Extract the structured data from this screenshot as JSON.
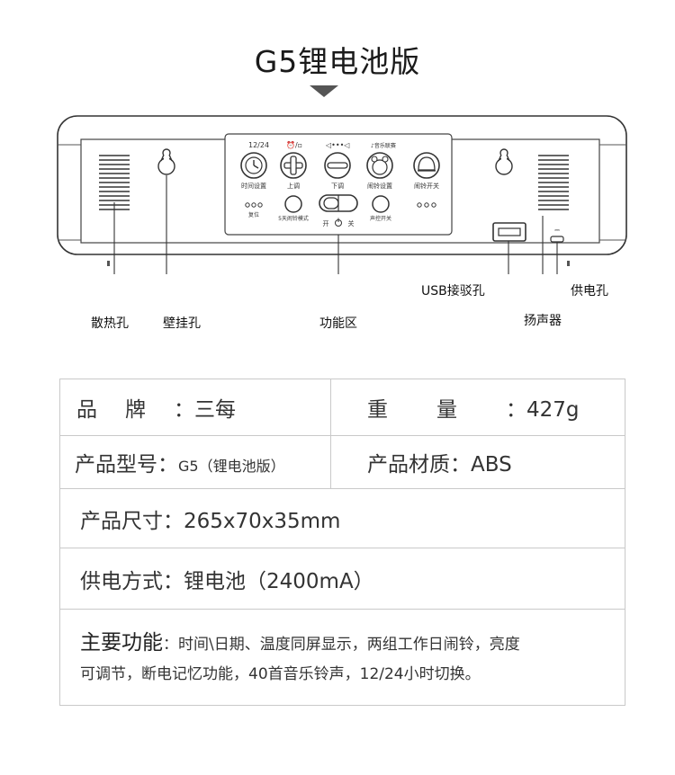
{
  "title": "G5锂电池版",
  "device": {
    "top_labels": [
      "12/24",
      "⏰/▫",
      "◁•••◁",
      "♪音乐联赛"
    ],
    "button_labels": [
      "时间设置",
      "上调",
      "下调",
      "闹铃设置",
      "闹铃开关"
    ],
    "row2": {
      "reset": "复位",
      "mode": "5天闹铃模式",
      "switch_on": "开",
      "switch_off": "关",
      "sound": "声控开关"
    }
  },
  "callouts": {
    "heat": "散热孔",
    "wall": "壁挂孔",
    "function": "功能区",
    "usb": "USB接驳孔",
    "power": "供电孔",
    "speaker": "扬声器"
  },
  "specs": {
    "brand_label": "品牌",
    "brand_value": "三每",
    "weight_label": "重量",
    "weight_value": "427g",
    "model_label": "产品型号",
    "model_value": "G5（锂电池版）",
    "material_label": "产品材质",
    "material_value": "ABS",
    "size_label": "产品尺寸",
    "size_value": "265x70x35mm",
    "power_label": "供电方式",
    "power_value": "锂电池（2400mA）",
    "feature_label": "主要功能",
    "feature_line1": "时间\\日期、温度同屏显示，两组工作日闹铃，亮度",
    "feature_line2": "可调节，断电记忆功能，40首音乐铃声，12/24小时切换。",
    "colon": "："
  }
}
